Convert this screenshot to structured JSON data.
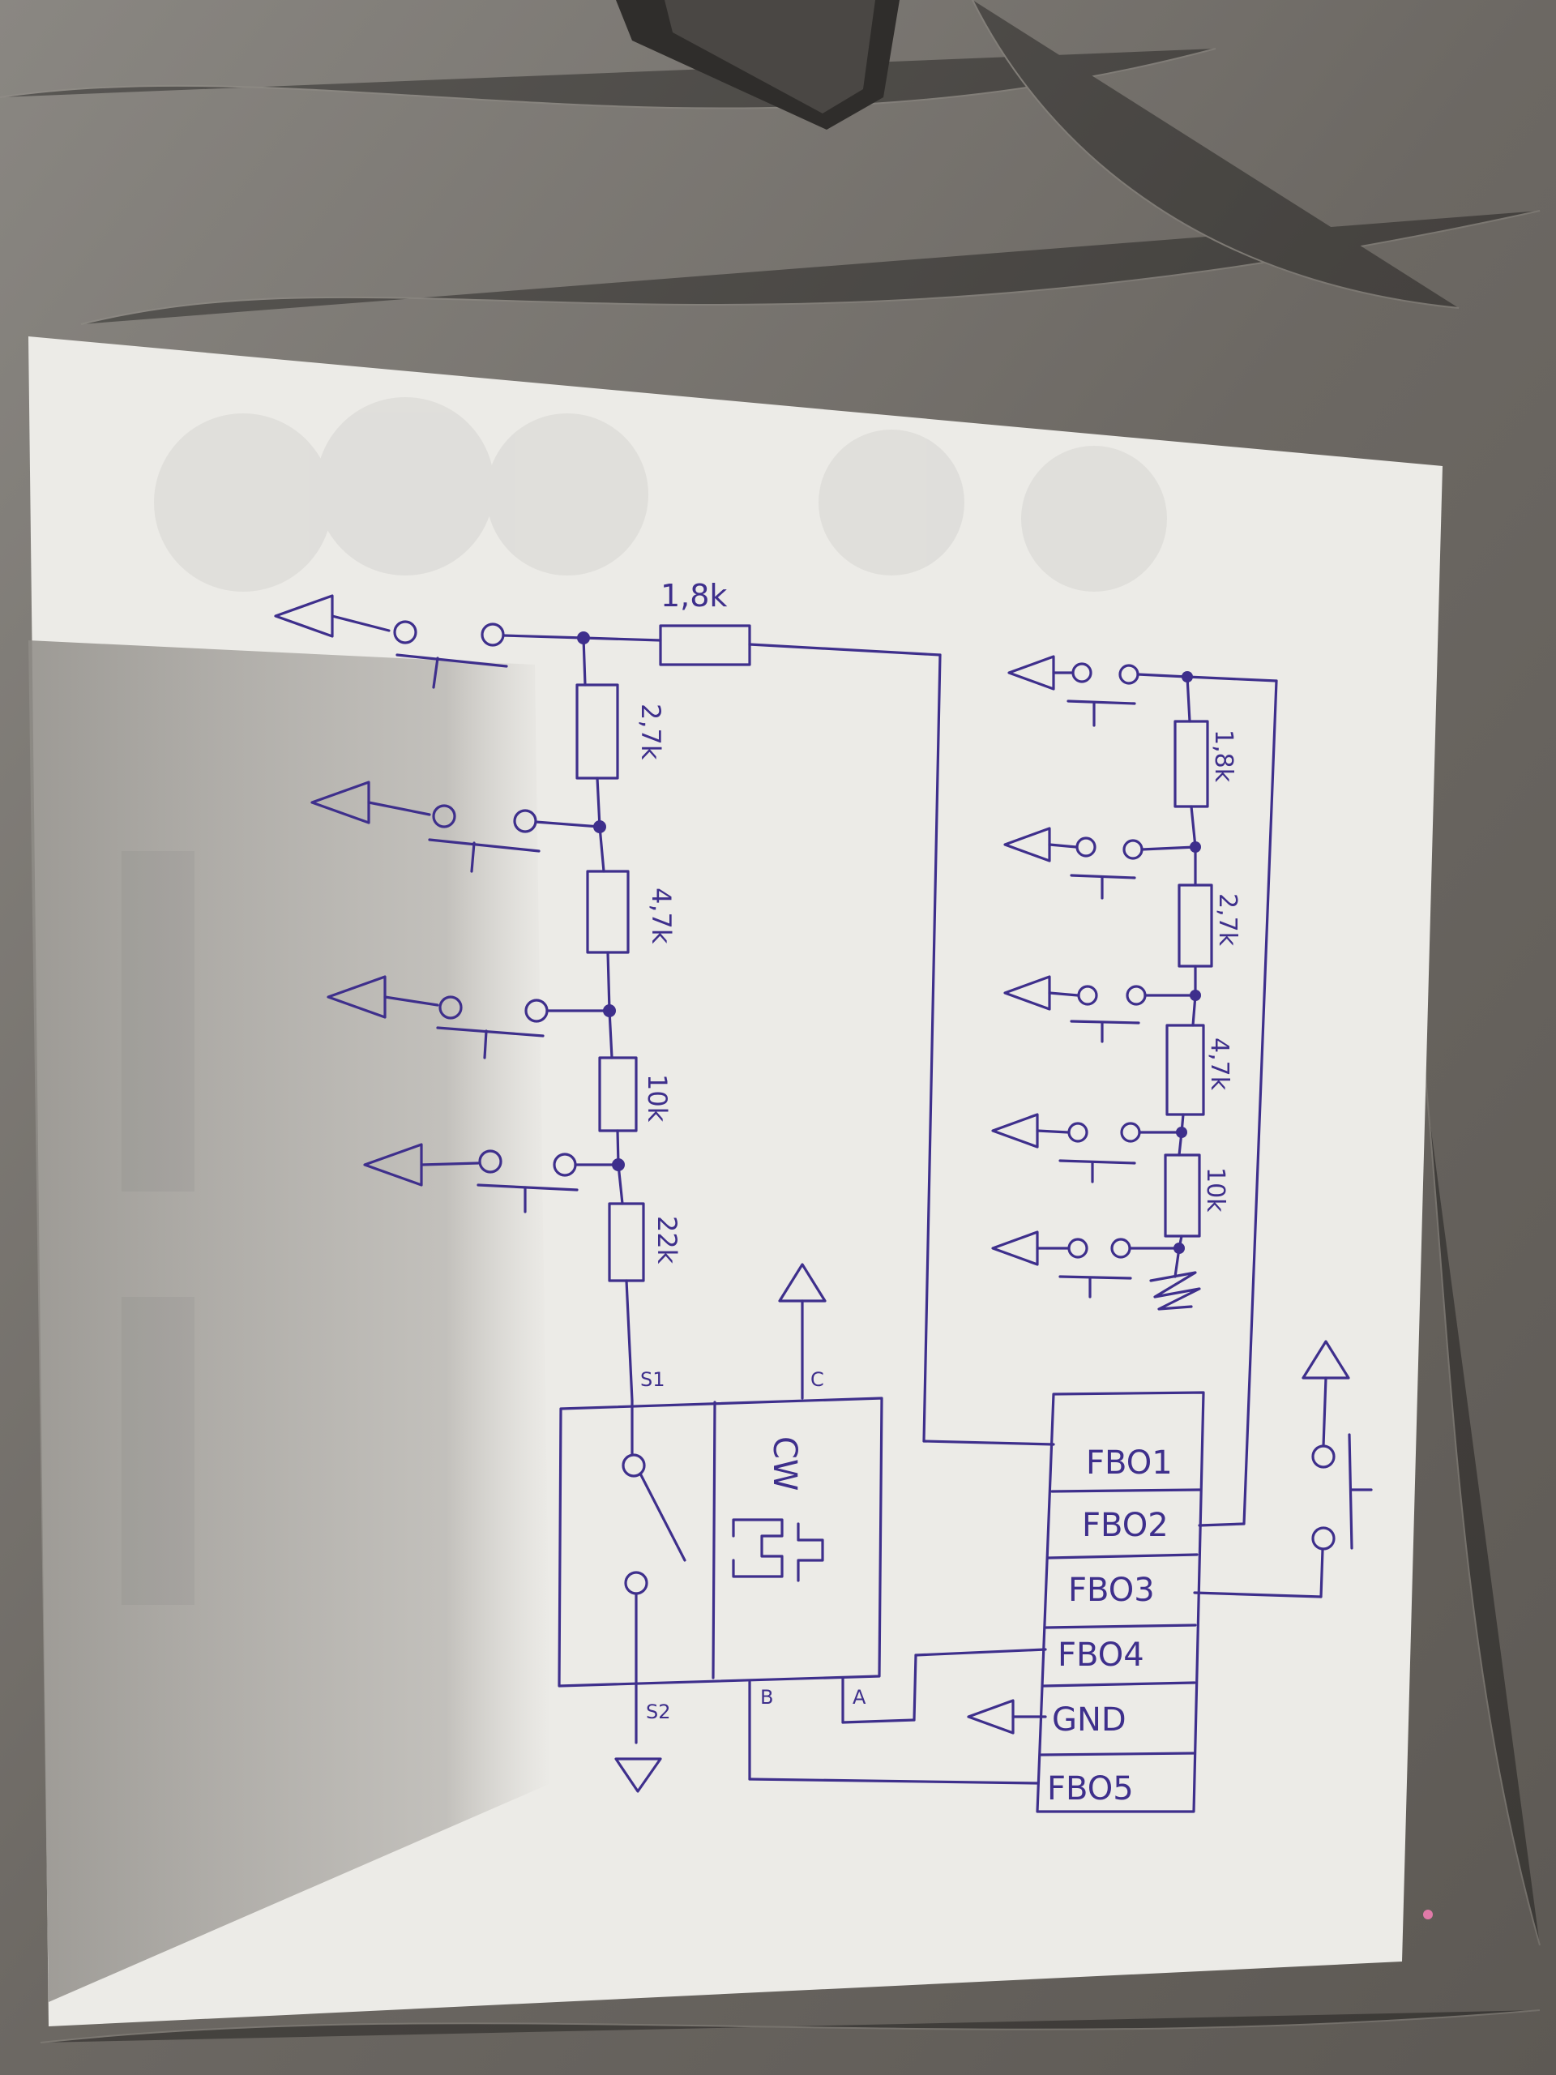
{
  "labels": {
    "r_top": "1,8k",
    "r_left_1": "2,7k",
    "r_left_2": "4,7k",
    "r_left_3": "10k",
    "r_left_4": "22k",
    "r_right_1": "1,8k",
    "r_right_2": "2,7k",
    "r_right_3": "4,7k",
    "r_right_4": "10k",
    "pin_s1": "S1",
    "pin_s2": "S2",
    "pin_c": "C",
    "pin_a": "A",
    "pin_b": "B",
    "encoder": "CW"
  },
  "connector": [
    "FBO1",
    "FBO2",
    "FBO3",
    "FBO4",
    "GND",
    "FBO5"
  ],
  "colors": {
    "paper": "#eceae6",
    "ink": "#3e2f8c",
    "table": "#6f6b66",
    "shadow": "#9c9994"
  }
}
